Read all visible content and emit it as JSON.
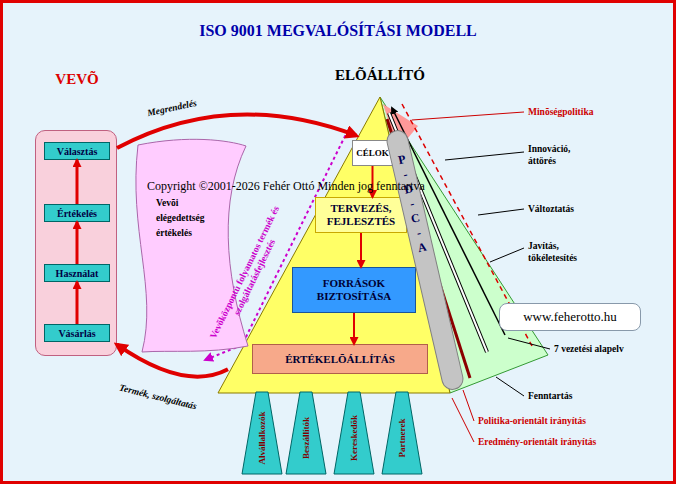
{
  "diagram": {
    "title": "ISO 9001 MEGVALÓSÍTÁSI MODELL",
    "nodes": [
      {
        "text": [
          "VEVÕ"
        ]
      },
      {
        "text": [
          "Választás"
        ],
        "in": 0
      },
      {
        "text": [
          "Értékelés"
        ],
        "in": 0
      },
      {
        "text": [
          "Használat"
        ],
        "in": 0
      },
      {
        "text": [
          "Vásárlás"
        ],
        "in": 0
      },
      {
        "text": [
          "ELÕÁLLÍTÓ"
        ]
      },
      {
        "text": [
          "CÉLOK"
        ],
        "in": 5
      },
      {
        "text": [
          "TERVEZÉS, FEJLESZTÉS"
        ],
        "in": 5
      },
      {
        "text": [
          "FORRÁSOK BIZTOSÍTÁSA"
        ],
        "in": 5
      },
      {
        "text": [
          "ÉRTÉKELÕÁLLÍTÁS"
        ],
        "in": 5
      },
      {
        "text": [
          "P - D - C - A"
        ],
        "in": 5
      },
      {
        "text": [
          "Vevõi elégedettség értékelés"
        ]
      },
      {
        "text": [
          "Alvállalkozók"
        ]
      },
      {
        "text": [
          "Beszállítók"
        ]
      },
      {
        "text": [
          "Kereskedõk"
        ]
      },
      {
        "text": [
          "Partnerek"
        ]
      },
      {
        "text": [
          "www.feherotto.hu"
        ]
      }
    ],
    "edges": [
      {
        "from": 0,
        "to": 5,
        "label": "Megrendelés",
        "arrow": "to"
      },
      {
        "from": 5,
        "to": 0,
        "label": "Termék, szolgáltatás",
        "arrow": "to"
      },
      {
        "from": 4,
        "to": 3,
        "arrow": "to"
      },
      {
        "from": 3,
        "to": 2,
        "arrow": "to"
      },
      {
        "from": 2,
        "to": 1,
        "arrow": "to"
      },
      {
        "from": 6,
        "to": 7,
        "arrow": "to"
      },
      {
        "from": 7,
        "to": 8,
        "arrow": "to"
      },
      {
        "from": 8,
        "to": 9,
        "arrow": "to"
      }
    ],
    "labels": [
      "Copyright ©2001-2026 Fehér Ottó Minden jog fenntartva",
      "Vevõközpontú folyamatos termék és szolgáltatásfejlesztés",
      "Minõségpolitika",
      "Innováció, áttörés",
      "Változtatás",
      "Javítás, tökéletesítés",
      "7 vezetési alapelv",
      "Fenntartás",
      "Politika-orientált irányítás",
      "Eredmény-orientált irányítás"
    ]
  }
}
